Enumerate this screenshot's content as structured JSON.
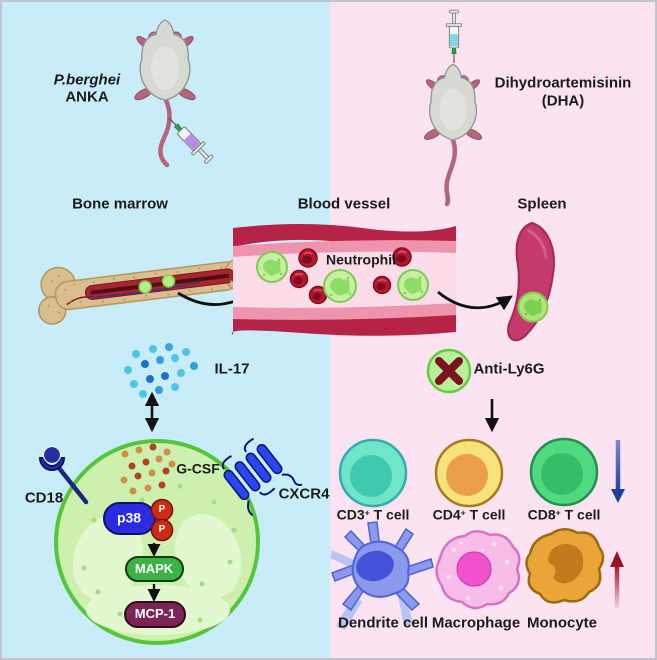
{
  "labels": {
    "agent_line1": "P.berghei",
    "agent_line2": "ANKA",
    "drug_line1": "Dihydroartemisinin",
    "drug_line2": "(DHA)",
    "bone_marrow": "Bone marrow",
    "blood_vessel": "Blood vessel",
    "spleen": "Spleen",
    "neutrophil": "Neutrophil",
    "il17": "IL-17",
    "anti_ly6g": "Anti-Ly6G",
    "cd18": "CD18",
    "gcsf": "G-CSF",
    "cxcr4": "CXCR4",
    "p38": "p38",
    "phospho": "P",
    "mapk": "MAPK",
    "mcp1": "MCP-1"
  },
  "decreased_cells": [
    {
      "base": "CD3",
      "sup": "+",
      "rest": " T cell"
    },
    {
      "base": "CD4",
      "sup": "+",
      "rest": " T cell"
    },
    {
      "base": "CD8",
      "sup": "+",
      "rest": " T cell"
    }
  ],
  "increased_cells": [
    "Dendrite cell",
    "Macrophage",
    "Monocyte"
  ],
  "colors": {
    "bg_left": "#c9edf8",
    "bg_right": "#fce3f1",
    "decrease_arrow": "#1d3f9a",
    "increase_arrow": "#9c1127",
    "neutrophil_fill": "#c6f0a0",
    "neutrophil_border": "#7dcb55",
    "vessel_wall": "#b52447",
    "spleen": "#c43a6d",
    "p38_pill": "#2b2ce0",
    "mapk_pill": "#3cb344",
    "mcp1_pill": "#7c2455",
    "phospho_badge": "#cf2a12"
  }
}
